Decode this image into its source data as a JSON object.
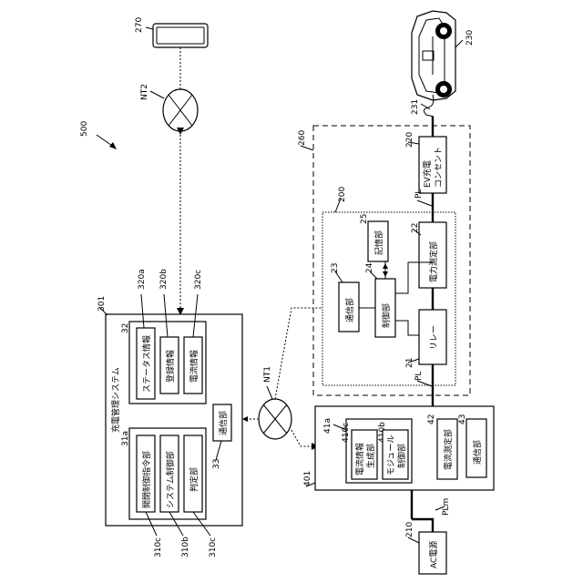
{
  "refs": {
    "system_500": "500",
    "terminal_270": "270",
    "network_nt2": "NT2",
    "network_nt1": "NT1",
    "vehicle_230": "230",
    "inlet_231": "231",
    "area_260": "260",
    "outlet_220": "220",
    "equipment_200": "200",
    "storage_25": "25",
    "power_meter_22": "22",
    "comm_23": "23",
    "control_24": "24",
    "relay_21": "21",
    "pl_upper": "PL",
    "pl_lower": "PL",
    "server_301": "301",
    "server_31a": "31a",
    "storage_32": "32",
    "status_320a": "320a",
    "reg_320b": "320b",
    "billing_320c": "320c",
    "comm_33": "33",
    "instr_310c_a": "310c",
    "sysctrl_310b": "310b",
    "judge_310c_b": "310c",
    "module_401": "401",
    "module_41a": "41a",
    "curgen_410c": "410c",
    "modctrl_410b": "410b",
    "curmeas_42": "42",
    "comm_43": "43",
    "plm": "PLm",
    "ac_210": "210"
  },
  "labels": {
    "outlet_220": "EV充電\nコンセント",
    "storage_25": "記憶部",
    "power_meter_22": "電力測定部",
    "comm_23": "通信部",
    "control_24": "制御部",
    "relay_21": "リレー",
    "server_title": "充電管理システム",
    "status_info": "ステータス情報",
    "reg_info": "登録情報",
    "billing_info": "電流情報",
    "comm_33": "通信部",
    "instr_unit": "開閉制御指令部",
    "sysctrl_unit": "システム制御部",
    "judge_unit": "判定部",
    "curgen": "電流情報\n生成部",
    "modctrl": "モジュール\n制御部",
    "curmeas": "電流測定部",
    "comm_43": "通信部",
    "ac_power": "AC電源"
  }
}
